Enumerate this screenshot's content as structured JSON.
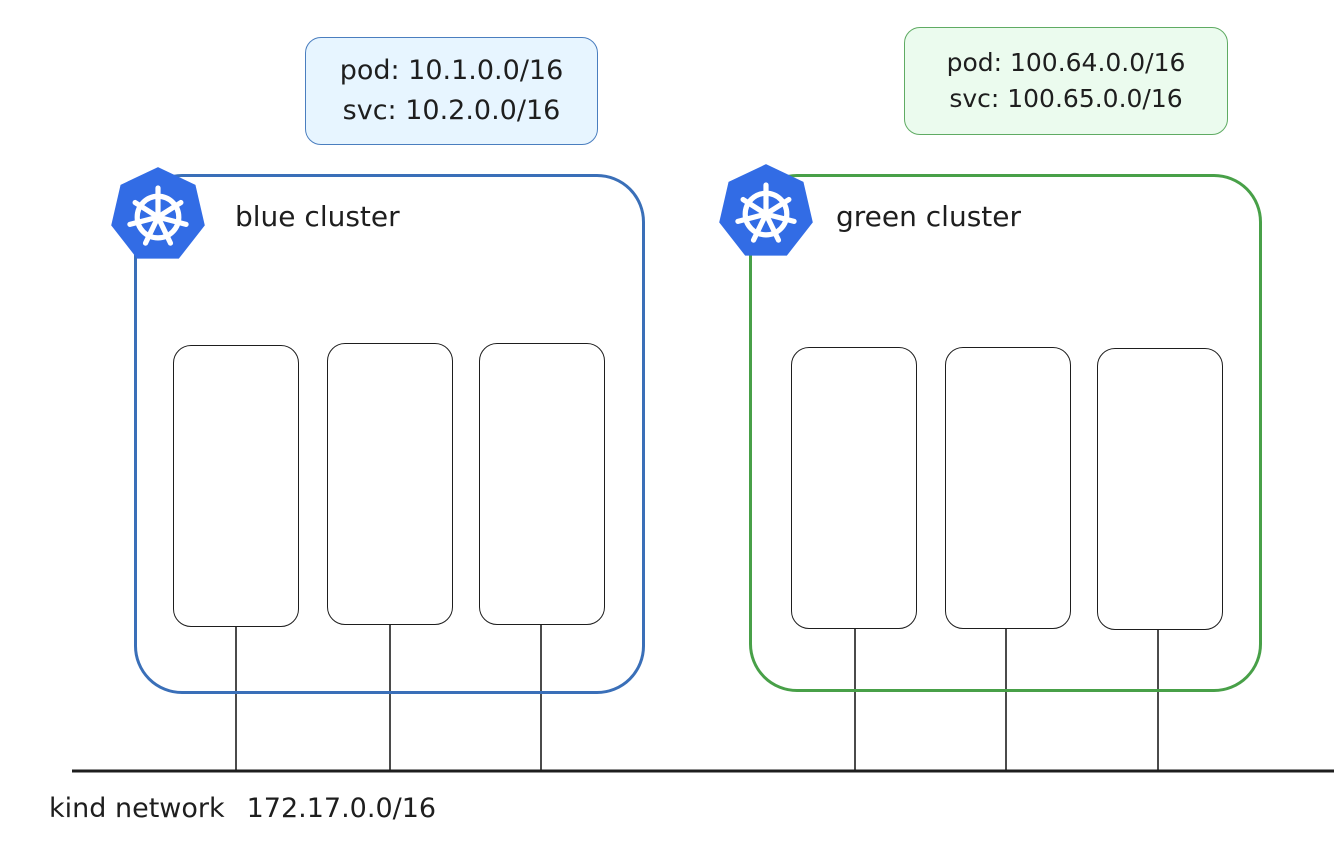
{
  "blue_cidr": {
    "pod": "pod: 10.1.0.0/16",
    "svc": "svc: 10.2.0.0/16"
  },
  "green_cidr": {
    "pod": "pod: 100.64.0.0/16",
    "svc": "svc: 100.65.0.0/16"
  },
  "blue_cluster": {
    "title": "blue cluster",
    "icon": "kubernetes-icon",
    "color": "#3a6fb8"
  },
  "green_cluster": {
    "title": "green cluster",
    "icon": "kubernetes-icon",
    "color": "#48a048"
  },
  "network": {
    "name": "kind network",
    "cidr": "172.17.0.0/16"
  },
  "colors": {
    "k8s_blue": "#326ce5",
    "blue_fill": "#e7f5ff",
    "green_fill": "#ebfbee"
  }
}
